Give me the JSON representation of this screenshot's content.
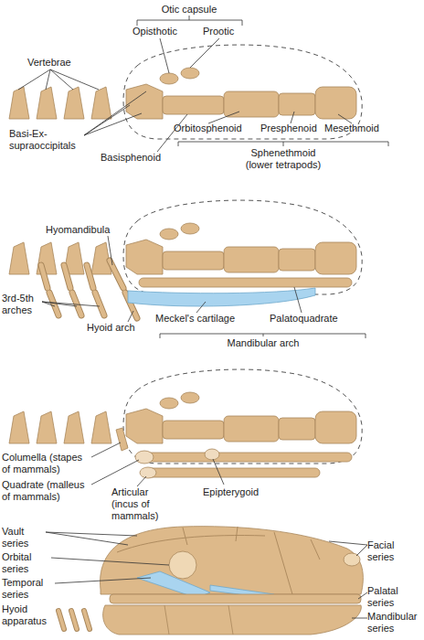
{
  "diagram": {
    "labels": [
      "Otic capsule",
      "Opisthotic",
      "Prootic",
      "Vertebrae",
      "Basi-Ex- supraoccipitals",
      "Basisphenoid",
      "Orbitosphenoid",
      "Presphenoid",
      "Mesethmoid",
      "Sphenethmoid (lower tetrapods)",
      "Hyomandibula",
      "3rd-5th arches",
      "Hyoid arch",
      "Meckel's cartilage",
      "Palatoquadrate",
      "Mandibular arch",
      "Columella (stapes of mammals)",
      "Quadrate (malleus of mammals)",
      "Articular (incus of mammals)",
      "Epipterygoid",
      "Vault series",
      "Orbital series",
      "Temporal series",
      "Hyoid apparatus",
      "Facial series",
      "Palatal series",
      "Mandibular series"
    ]
  }
}
